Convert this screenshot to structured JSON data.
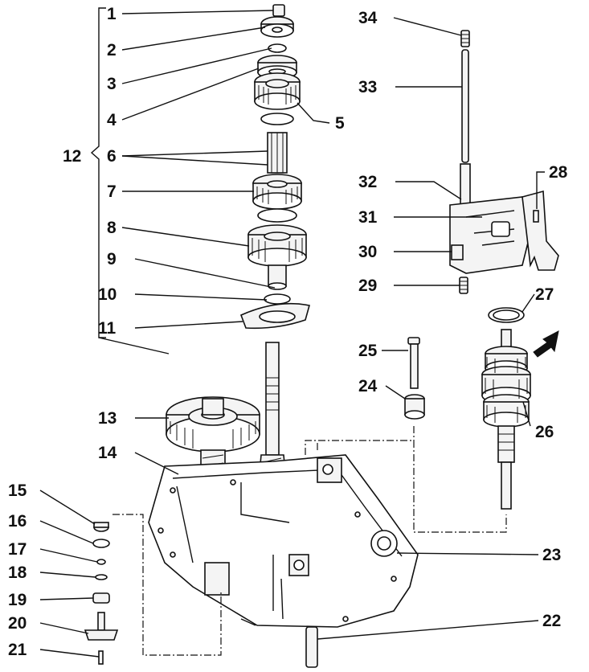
{
  "labels": {
    "l1": "1",
    "l2": "2",
    "l3": "3",
    "l4": "4",
    "l5": "5",
    "l6": "6",
    "l7": "7",
    "l8": "8",
    "l9": "9",
    "l10": "10",
    "l11": "11",
    "l12": "12",
    "l13": "13",
    "l14": "14",
    "l15": "15",
    "l16": "16",
    "l17": "17",
    "l18": "18",
    "l19": "19",
    "l20": "20",
    "l21": "21",
    "l22": "22",
    "l23": "23",
    "l24": "24",
    "l25": "25",
    "l26": "26",
    "l27": "27",
    "l28": "28",
    "l29": "29",
    "l30": "30",
    "l31": "31",
    "l32": "32",
    "l33": "33",
    "l34": "34"
  },
  "icons": {
    "arrow": "bold-pointer-arrow-icon"
  },
  "colors": {
    "ink": "#111111",
    "paper": "#ffffff"
  }
}
